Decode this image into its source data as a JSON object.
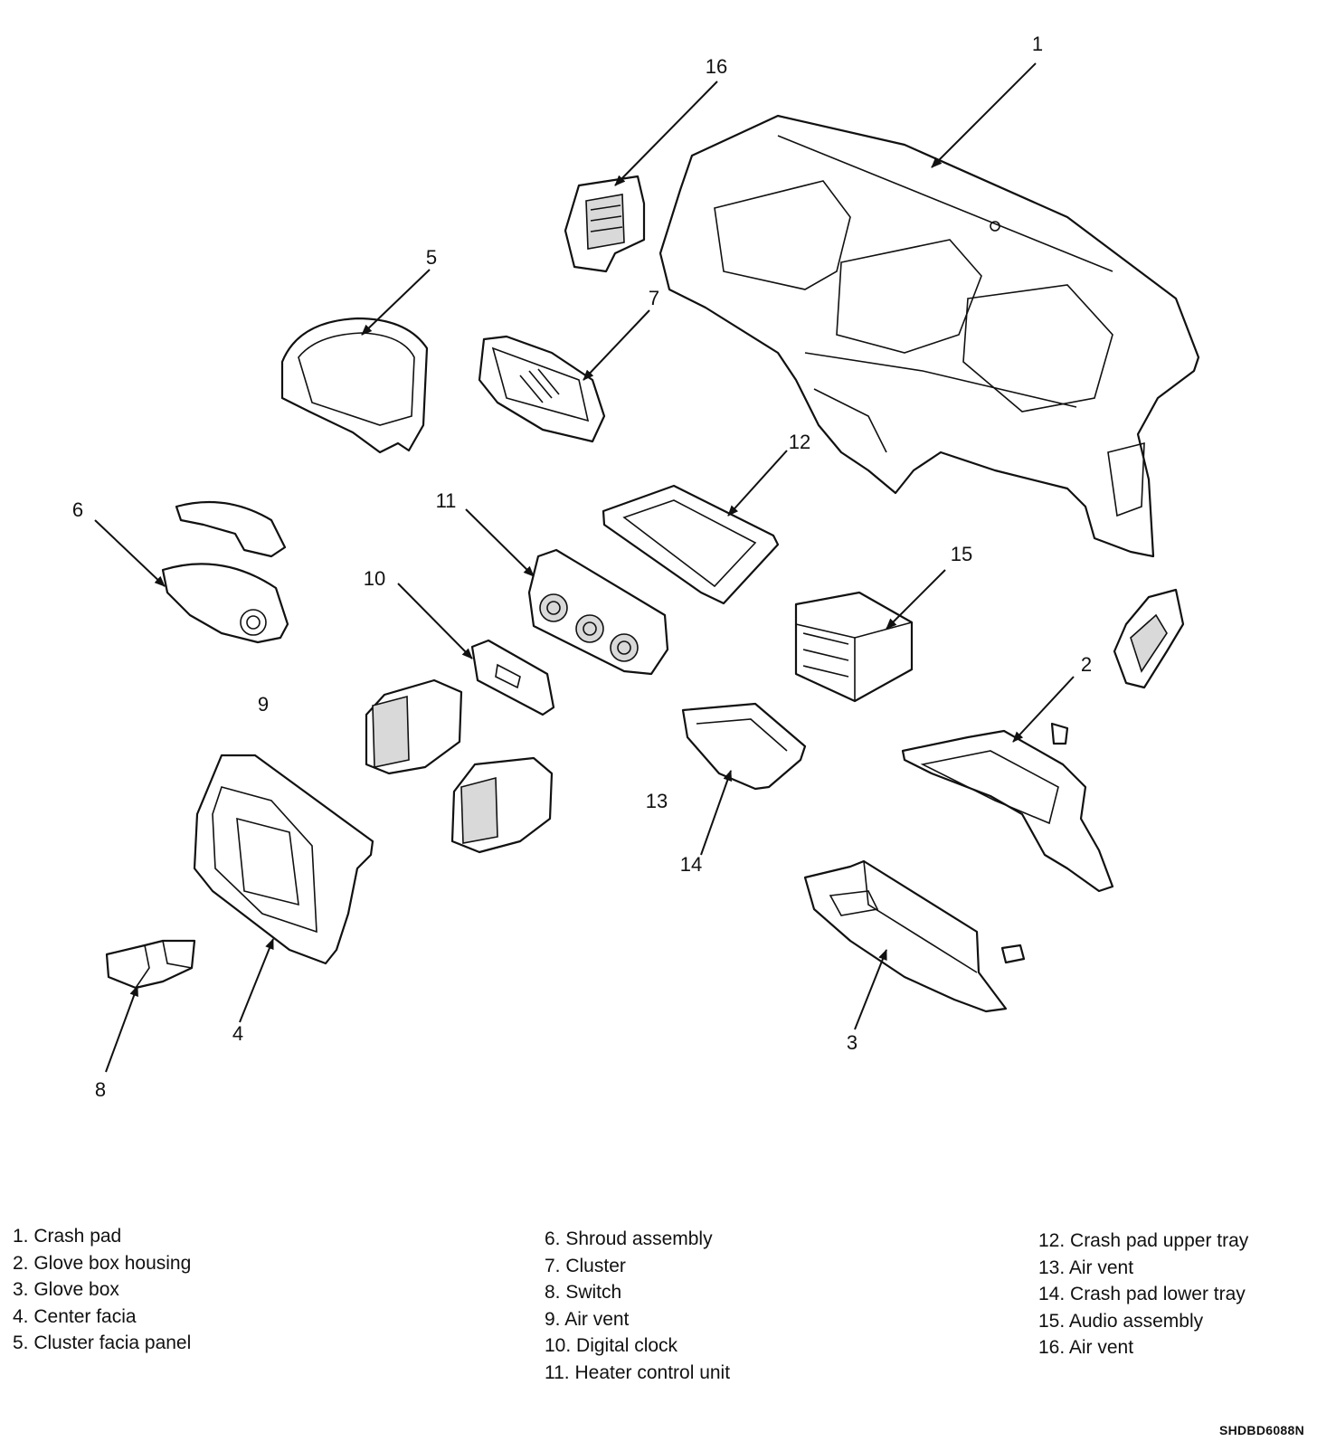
{
  "callouts": {
    "c1": "1",
    "c2": "2",
    "c3": "3",
    "c4": "4",
    "c5": "5",
    "c6": "6",
    "c7": "7",
    "c8": "8",
    "c9": "9",
    "c10": "10",
    "c11": "11",
    "c12": "12",
    "c13": "13",
    "c14": "14",
    "c15": "15",
    "c16": "16"
  },
  "legend": {
    "col1": [
      "1. Crash pad",
      "2. Glove box housing",
      "3. Glove box",
      "4. Center facia",
      "5. Cluster facia panel"
    ],
    "col2": [
      "6. Shroud assembly",
      "7. Cluster",
      "8. Switch",
      "9. Air vent",
      "10. Digital clock",
      "11. Heater control unit"
    ],
    "col3": [
      "12. Crash pad upper tray",
      "13. Air vent",
      "14. Crash pad lower tray",
      "15. Audio assembly",
      "16. Air vent"
    ]
  },
  "drawing_code": "SHDBD6088N"
}
